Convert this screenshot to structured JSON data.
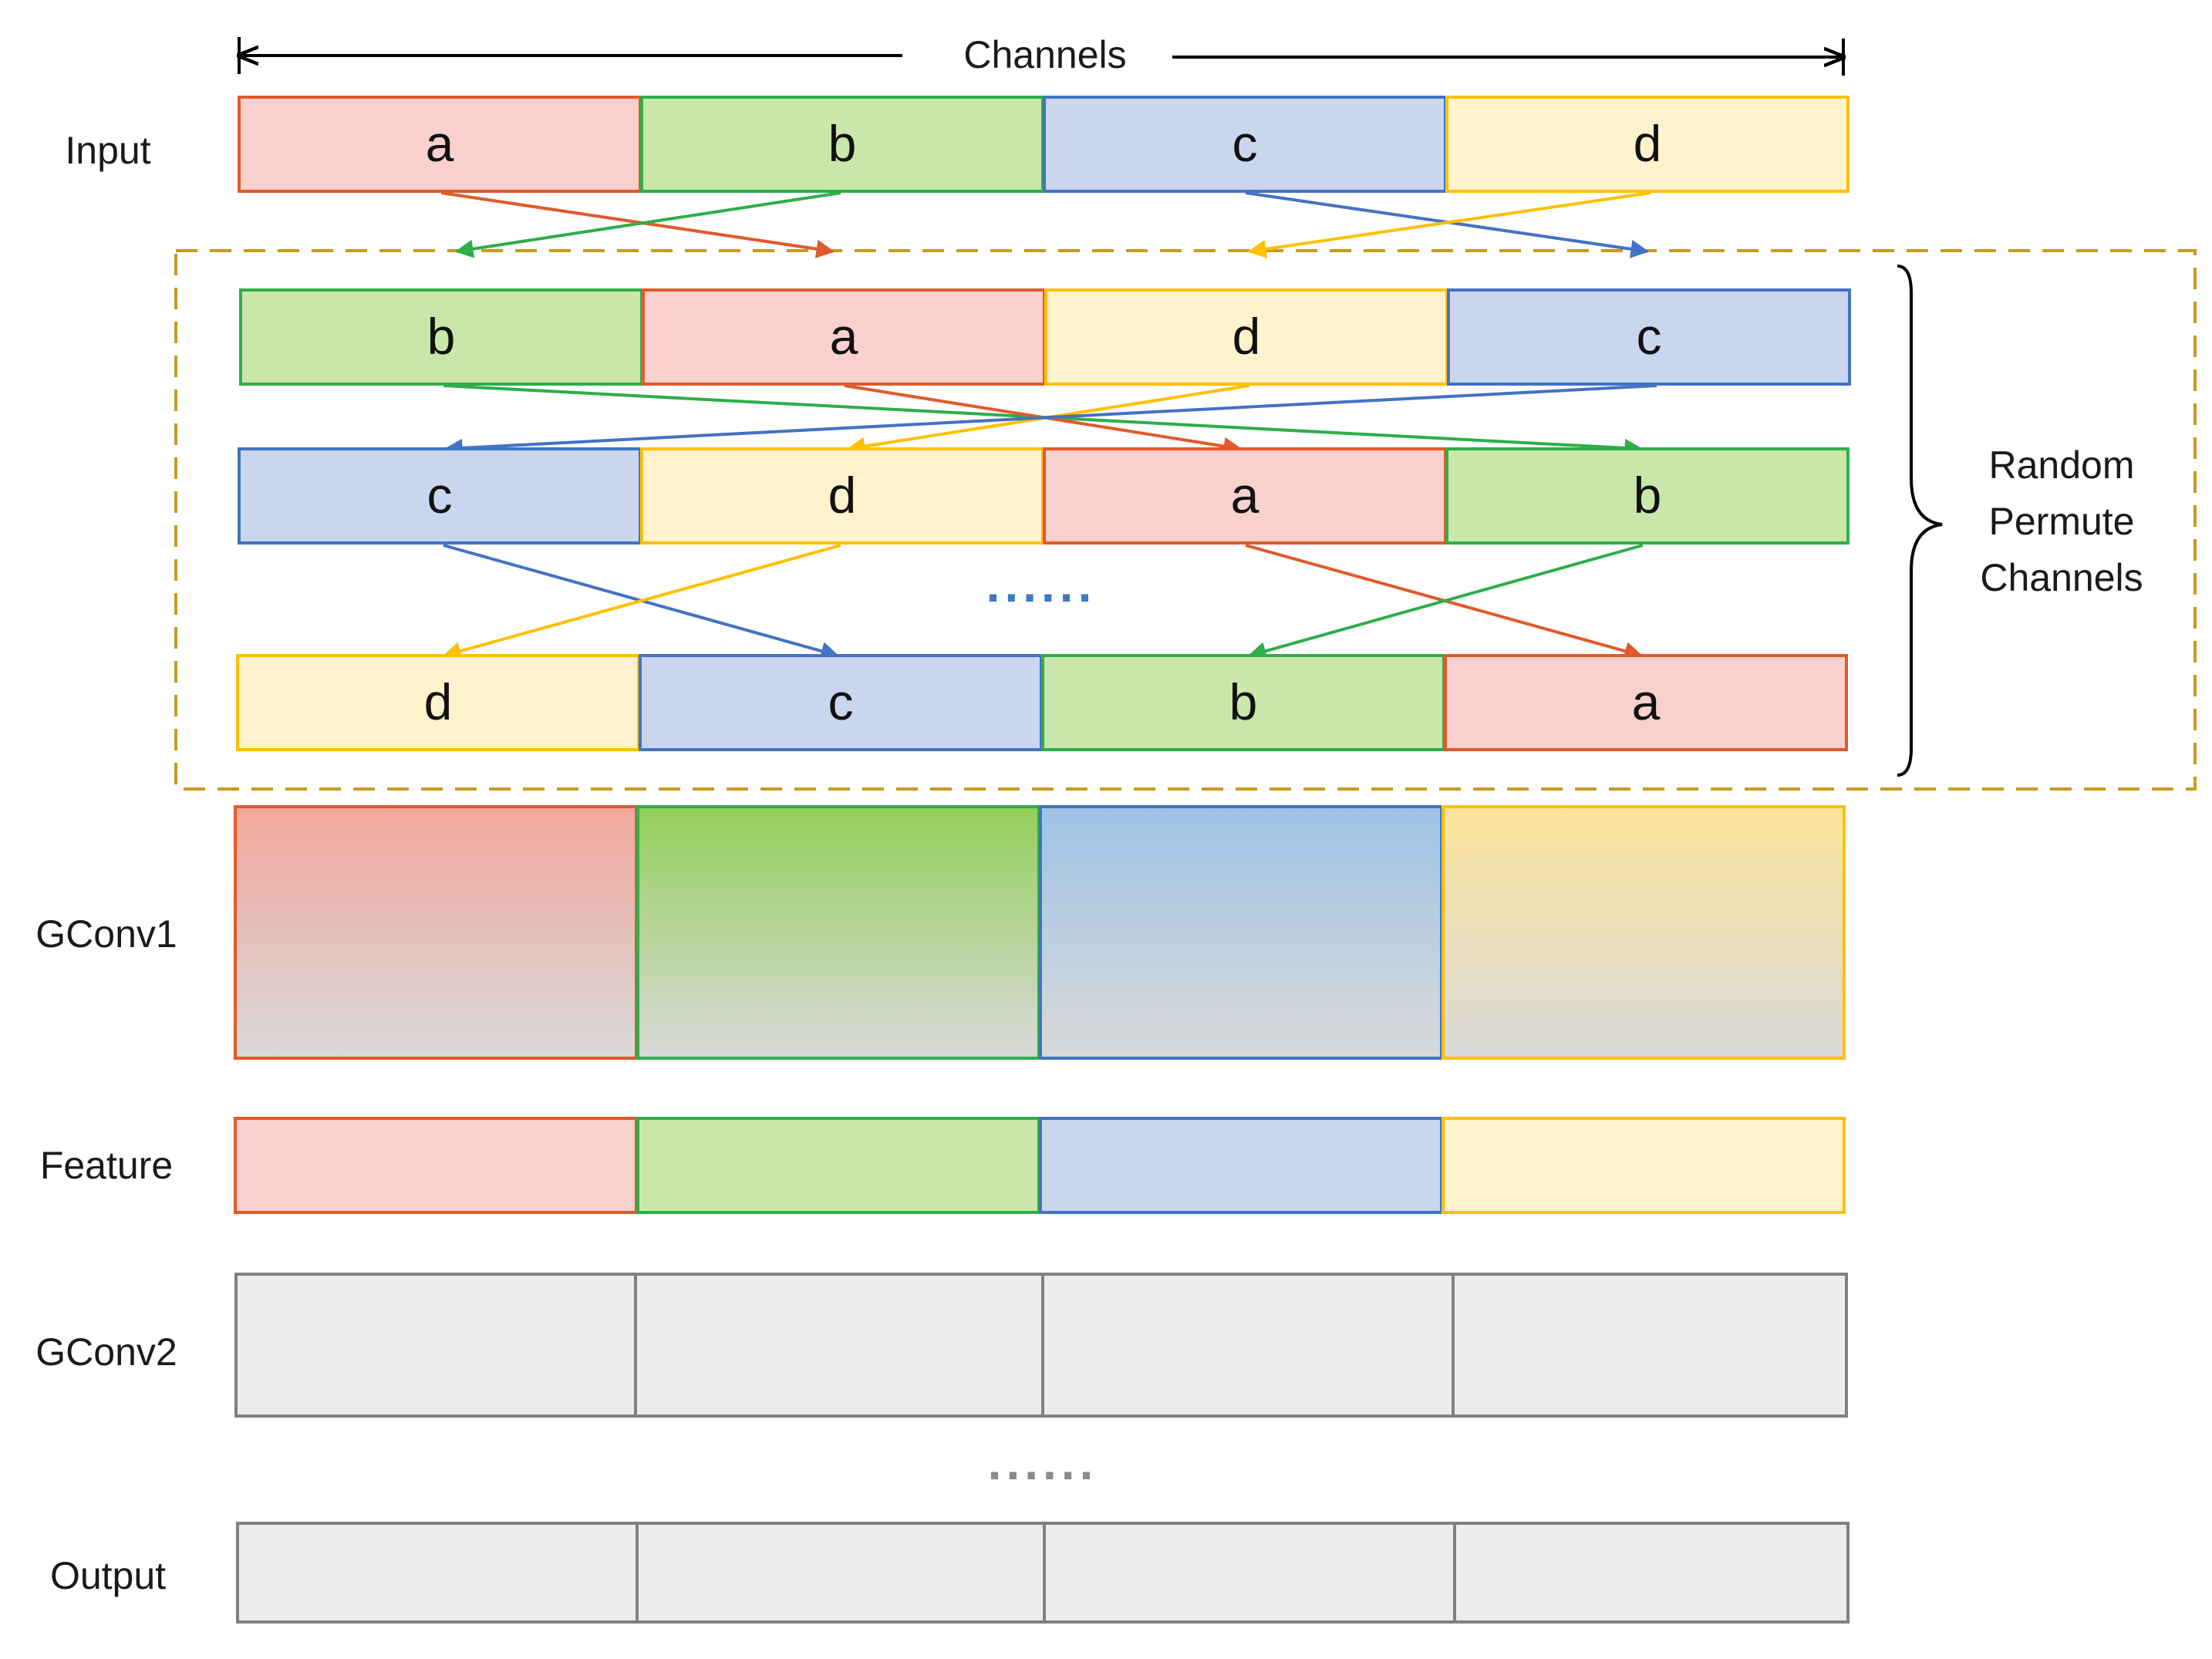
{
  "header": {
    "channels_label": "Channels"
  },
  "row_labels": {
    "input": "Input",
    "gconv1": "GConv1",
    "feature": "Feature",
    "gconv2": "GConv2",
    "output": "Output"
  },
  "bracket_label": [
    "Random",
    "Permute",
    "Channels"
  ],
  "colors": {
    "a": {
      "fill": "#f8d0cd",
      "stroke": "#e05a2b",
      "grad_top": "#f2a79c"
    },
    "b": {
      "fill": "#c9e7ab",
      "stroke": "#2eae4a",
      "grad_top": "#93d05a"
    },
    "c": {
      "fill": "#c9d6ee",
      "stroke": "#4472c4",
      "grad_top": "#9dc3e6"
    },
    "d": {
      "fill": "#fff2cc",
      "stroke": "#ffc000",
      "grad_top": "#fbe39a"
    },
    "gray_fill": "#ececec",
    "gray_stroke": "#808080",
    "grad_bottom": "#d9d9d9",
    "dashed_box": "#c99a1d",
    "dots_blue": "#3f78c5",
    "dots_gray": "#8a8a8a"
  },
  "rows": {
    "input": [
      "a",
      "b",
      "c",
      "d"
    ],
    "perm1": [
      "b",
      "a",
      "d",
      "c"
    ],
    "perm2": [
      "c",
      "d",
      "a",
      "b"
    ],
    "perm3": [
      "d",
      "c",
      "b",
      "a"
    ]
  },
  "ellipsis": "......"
}
